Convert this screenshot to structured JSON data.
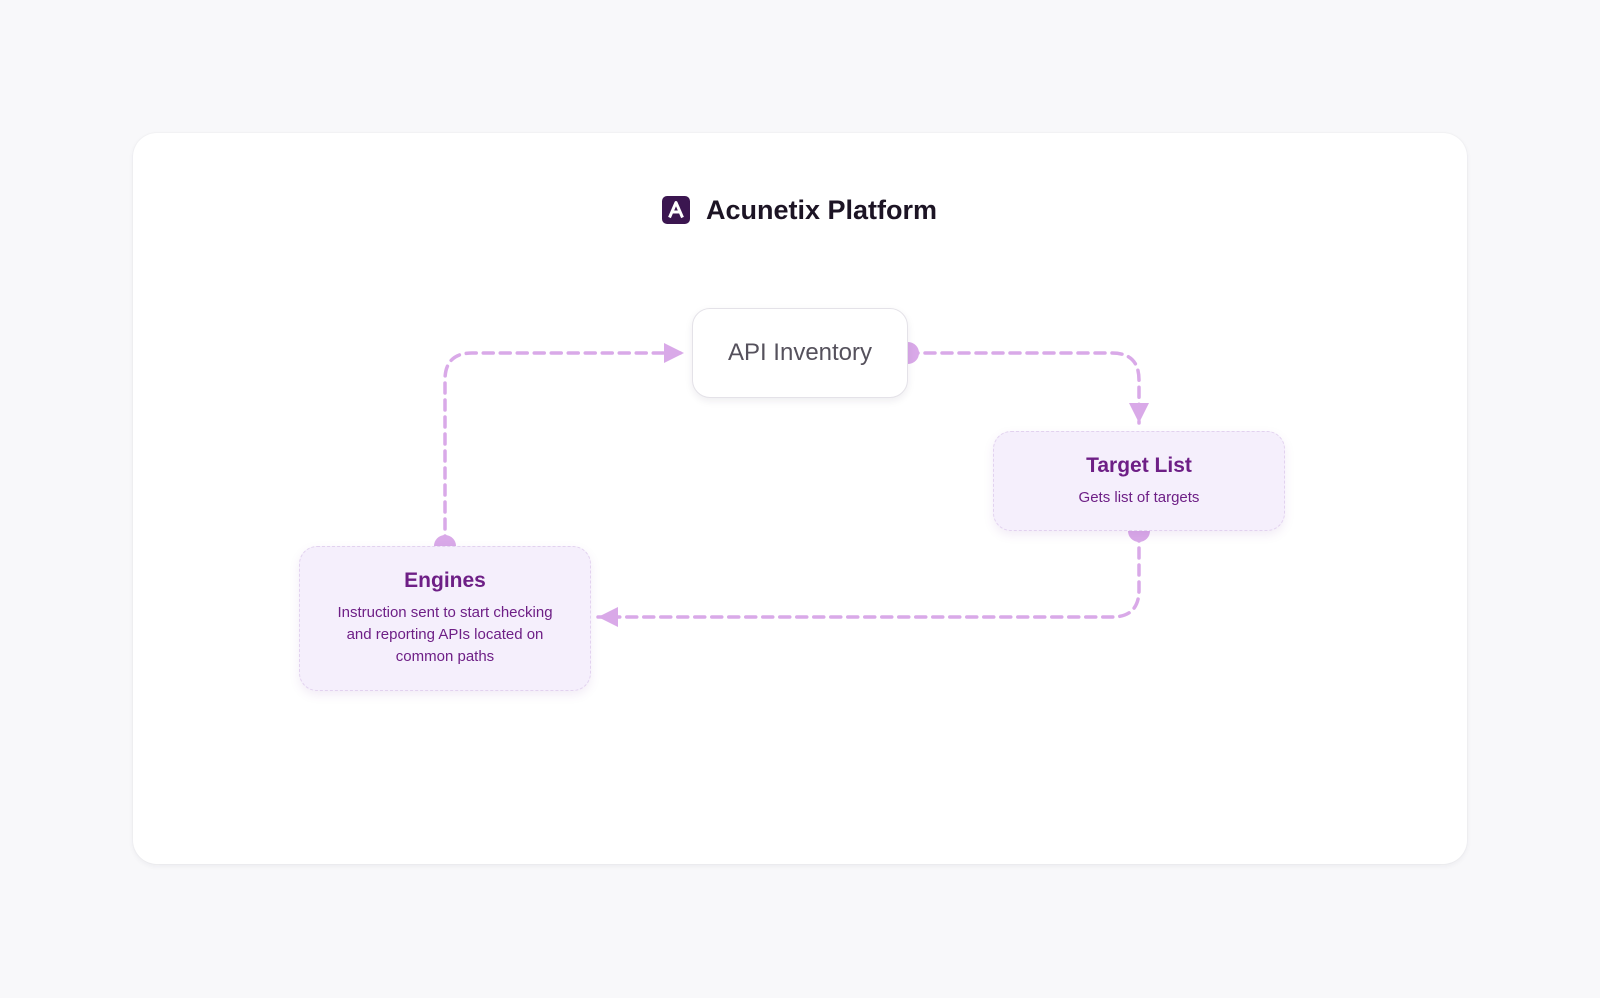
{
  "brand": {
    "title": "Acunetix Platform",
    "logo_letter": "A",
    "logo_color": "#3b1650"
  },
  "nodes": {
    "api_inventory": {
      "title": "API Inventory"
    },
    "target_list": {
      "title": "Target List",
      "description": "Gets list of targets"
    },
    "engines": {
      "title": "Engines",
      "description": "Instruction sent to start checking and reporting APIs located on common paths"
    }
  },
  "edges": [
    {
      "from": "API Inventory",
      "to": "Target List"
    },
    {
      "from": "Target List",
      "to": "Engines"
    },
    {
      "from": "Engines",
      "to": "API Inventory"
    }
  ],
  "colors": {
    "connector": "#d9a9e8",
    "accent_text": "#6e1f86",
    "accent_fill": "#f5effc",
    "background": "#f8f8fa",
    "card": "#ffffff"
  }
}
